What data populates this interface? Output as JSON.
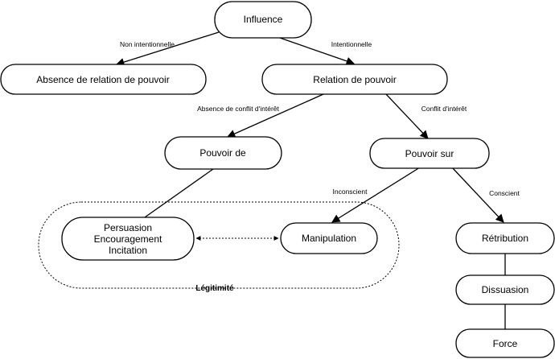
{
  "nodes": {
    "influence": "Influence",
    "absence_relation": "Absence de relation de pouvoir",
    "relation_pouvoir": "Relation de pouvoir",
    "pouvoir_de": "Pouvoir de",
    "pouvoir_sur": "Pouvoir sur",
    "persuasion_lines": [
      "Persuasion",
      "Encouragement",
      "Incitation"
    ],
    "manipulation": "Manipulation",
    "retribution": "Rétribution",
    "dissuasion": "Dissuasion",
    "force": "Force"
  },
  "edges": {
    "non_intentionnelle": "Non intentionnelle",
    "intentionnelle": "Intentionnelle",
    "absence_conflit": "Absence de conflit d'intérêt",
    "conflit": "Conflit d'intérêt",
    "inconscient": "Inconscient",
    "conscient": "Conscient"
  },
  "groups": {
    "legitimite": "Légitimité"
  }
}
